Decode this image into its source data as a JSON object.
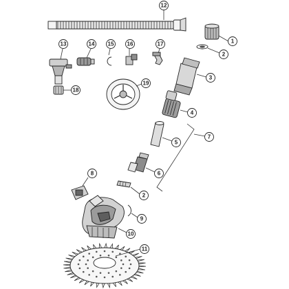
{
  "diagram": {
    "callouts": [
      {
        "id": "c1",
        "label": "1"
      },
      {
        "id": "c2a",
        "label": "2"
      },
      {
        "id": "c3",
        "label": "3"
      },
      {
        "id": "c4",
        "label": "4"
      },
      {
        "id": "c5",
        "label": "5"
      },
      {
        "id": "c6",
        "label": "6"
      },
      {
        "id": "c2b",
        "label": "2"
      },
      {
        "id": "c7",
        "label": "7"
      },
      {
        "id": "c8",
        "label": "8"
      },
      {
        "id": "c9",
        "label": "9"
      },
      {
        "id": "c10",
        "label": "10"
      },
      {
        "id": "c11",
        "label": "11"
      },
      {
        "id": "c12",
        "label": "12"
      },
      {
        "id": "c13",
        "label": "13"
      },
      {
        "id": "c14",
        "label": "14"
      },
      {
        "id": "c15",
        "label": "15"
      },
      {
        "id": "c16",
        "label": "16"
      },
      {
        "id": "c17",
        "label": "17"
      },
      {
        "id": "c18",
        "label": "18"
      },
      {
        "id": "c19",
        "label": "19"
      }
    ]
  }
}
